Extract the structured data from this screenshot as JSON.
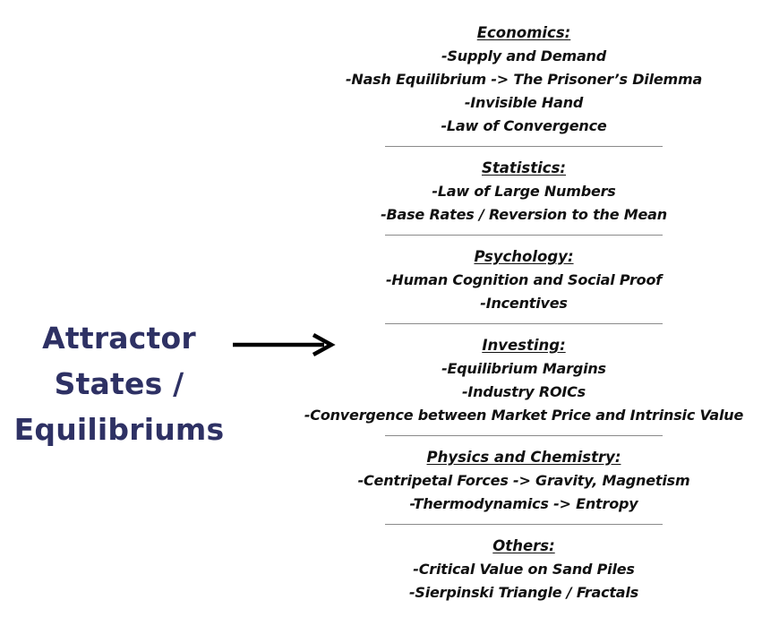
{
  "main_title": {
    "lines": [
      "Attractor",
      "States /",
      "Equilibriums"
    ],
    "color": "#2e3164"
  },
  "arrow_color": "#000000",
  "sections": [
    {
      "header": "Economics:",
      "items": [
        "-Supply and Demand",
        "-Nash Equilibrium -> The Prisoner’s Dilemma",
        "-Invisible Hand",
        "-Law of Convergence"
      ]
    },
    {
      "header": "Statistics:",
      "items": [
        "-Law of Large Numbers",
        "-Base Rates / Reversion to the Mean"
      ]
    },
    {
      "header": "Psychology:",
      "items": [
        "-Human Cognition and Social Proof",
        "-Incentives"
      ]
    },
    {
      "header": "Investing:",
      "items": [
        "-Equilibrium Margins",
        "-Industry ROICs",
        "-Convergence between Market Price and Intrinsic Value"
      ]
    },
    {
      "header": "Physics and Chemistry:",
      "items": [
        "-Centripetal Forces -> Gravity, Magnetism",
        "-Thermodynamics -> Entropy"
      ]
    },
    {
      "header": "Others:",
      "items": [
        "-Critical Value on Sand Piles",
        "-Sierpinski Triangle / Fractals"
      ]
    }
  ]
}
